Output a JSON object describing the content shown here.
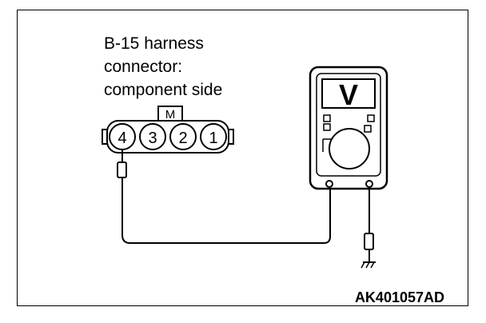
{
  "connector": {
    "label_lines": [
      "B-15 harness",
      "connector:",
      "component side"
    ],
    "lock_label": "M",
    "pins": [
      "4",
      "3",
      "2",
      "1"
    ]
  },
  "meter": {
    "display_symbol": "V",
    "icon": "voltmeter-icon"
  },
  "ground": {
    "icon": "ground-symbol-icon"
  },
  "figure_code": "AK401057AD"
}
